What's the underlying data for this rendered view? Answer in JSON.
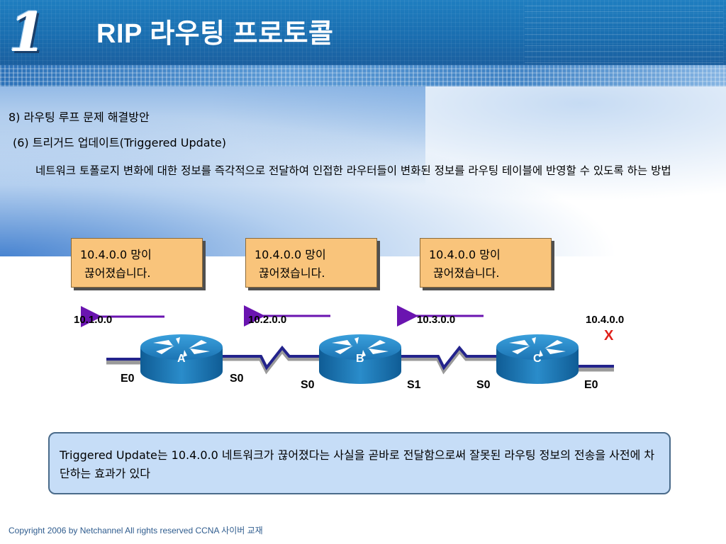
{
  "header": {
    "badge": "1",
    "title": "RIP 라우팅 프로토콜"
  },
  "section": "8) 라우팅 루프 문제 해결방안",
  "subsection": "(6) 트리거드 업데이트(Triggered Update)",
  "description": "네트워크 토폴로지 변화에 대한 정보를 즉각적으로 전달하여 인접한 라우터들이 변화된 정보를 라우팅 테이블에 반영할 수 있도록 하는 방법",
  "messages": [
    {
      "line1": "10.4.0.0 망이",
      "line2": "끊어졌습니다."
    },
    {
      "line1": "10.4.0.0 망이",
      "line2": "끊어졌습니다."
    },
    {
      "line1": "10.4.0.0 망이",
      "line2": "끊어졌습니다."
    }
  ],
  "networks": [
    "10.1.0.0",
    "10.2.0.0",
    "10.3.0.0",
    "10.4.0.0"
  ],
  "routers": [
    "A",
    "B",
    "C"
  ],
  "interfaces": {
    "a_e0": "E0",
    "a_s0": "S0",
    "b_s0": "S0",
    "b_s1": "S1",
    "c_s0": "S0",
    "c_e0": "E0"
  },
  "failure_mark": "X",
  "note": "Triggered Update는 10.4.0.0 네트워크가 끊어졌다는 사실을 곧바로 전달함으로써 잘못된 라우팅 정보의 전송을 사전에 차단하는 효과가 있다",
  "footer": "Copyright 2006 by Netchannel All rights reserved CCNA 사이버 교재",
  "colors": {
    "header": "#1f7ec0",
    "message_box": "#f9c47b",
    "note_box": "#c6ddf7",
    "arrow": "#6a14b0",
    "router": "#1d7cb8",
    "failure": "#e0201a"
  }
}
